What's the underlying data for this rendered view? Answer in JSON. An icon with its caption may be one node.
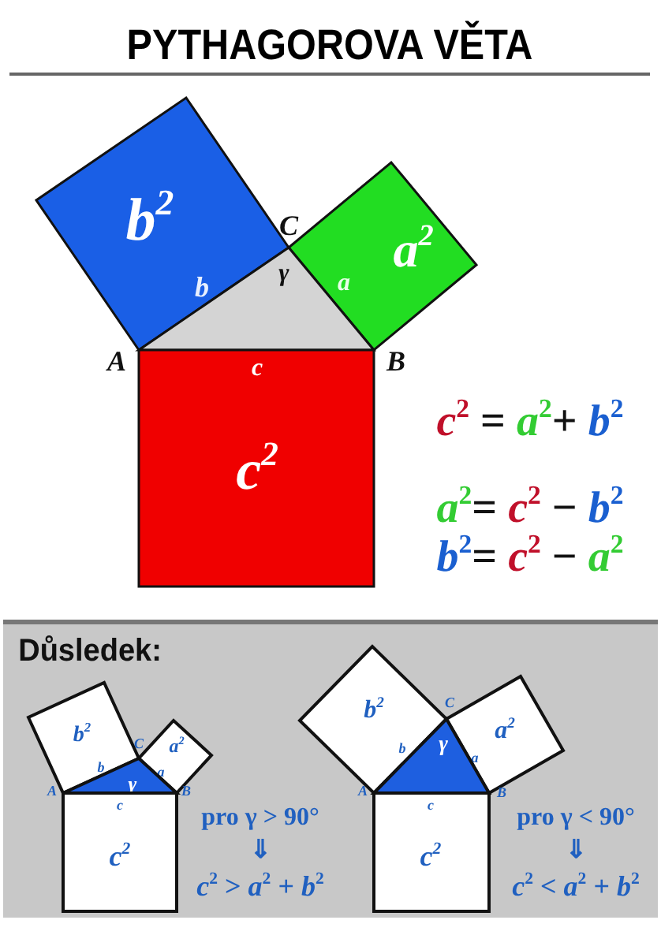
{
  "diagram": {
    "title": "PYTHAGOROVA VĚTA",
    "nodes": [
      {
        "text": [
          "b$^{2}$",
          "b"
        ]
      },
      {
        "text": [
          "a$^{2}$",
          "a"
        ]
      },
      {
        "text": [
          "γ"
        ]
      },
      {
        "text": [
          "c",
          "c$^{2}$"
        ]
      },
      {
        "text": [
          "Důsledek:"
        ]
      },
      {
        "text": [
          "b$^{2}$",
          "b"
        ],
        "in": 4
      },
      {
        "text": [
          "a$^{2}$",
          "a"
        ],
        "in": 4
      },
      {
        "text": [
          "γ"
        ],
        "in": 4
      },
      {
        "text": [
          "c",
          "c$^{2}$"
        ],
        "in": 4
      },
      {
        "text": [
          "b$^{2}$",
          "b"
        ],
        "in": 4
      },
      {
        "text": [
          "a$^{2}$",
          "a"
        ],
        "in": 4
      },
      {
        "text": [
          "γ"
        ],
        "in": 4
      },
      {
        "text": [
          "c",
          "c$^{2}$"
        ],
        "in": 4
      }
    ],
    "labels": [
      "C",
      "A",
      "B",
      "*c*$^{2}$ = *a*$^{2}$+ *b*$^{2}$",
      "*a*$^{2}$= *c*$^{2}$ − *b*$^{2}$",
      "*b*$^{2}$= *c*$^{2}$ − *a*$^{2}$",
      "C",
      "A",
      "B",
      "C",
      "A",
      "B",
      "pro γ > 90°",
      "⇓",
      "*c*$^{2}$ > *a*$^{2}$ + *b*$^{2}$",
      "pro γ < 90°",
      "⇓",
      "*c*$^{2}$ < *a*$^{2}$ + *b*$^{2}$"
    ]
  }
}
